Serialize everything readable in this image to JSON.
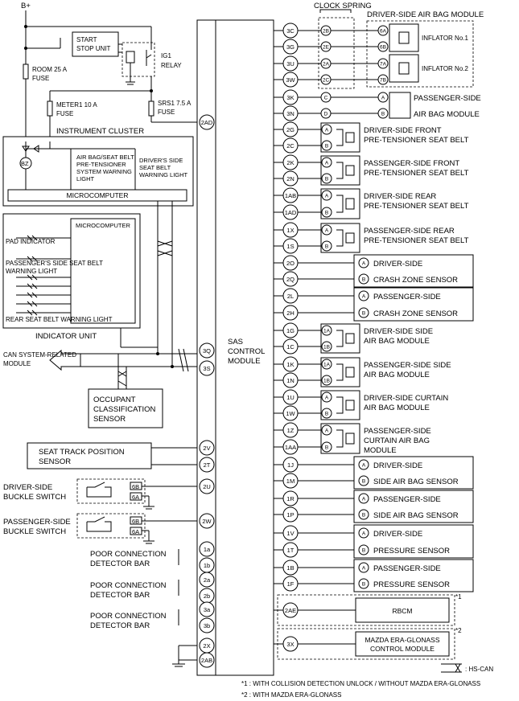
{
  "power": {
    "bplus": "B+"
  },
  "fuses": {
    "room": [
      "ROOM 25 A",
      "FUSE"
    ],
    "meter1": [
      "METER1 10 A",
      "FUSE"
    ],
    "srs1": [
      "SRS1 7.5 A",
      "FUSE"
    ]
  },
  "start_stop": [
    "START",
    "STOP UNIT"
  ],
  "ig1_relay": [
    "IG1",
    "RELAY"
  ],
  "cluster": {
    "title": "INSTRUMENT CLUSTER",
    "bz": "BZ",
    "airbag_light": [
      "AIR BAG/SEAT BELT",
      "PRE-TENSIONER",
      "SYSTEM WARNING",
      "LIGHT"
    ],
    "seatbelt_light": [
      "DRIVER'S SIDE",
      "SEAT BELT",
      "WARNING LIGHT"
    ],
    "microcomputer": "MICROCOMPUTER"
  },
  "indicator_unit": {
    "title": "INDICATOR UNIT",
    "microcomputer": "MICROCOMPUTER",
    "pad": "PAD INDICATOR",
    "pass_light": [
      "PASSENGER'S SIDE SEAT BELT",
      "WARNING LIGHT"
    ],
    "rear_light": "REAR SEAT BELT WARNING LIGHT"
  },
  "can_module": [
    "CAN SYSTEM-RELATED",
    "MODULE"
  ],
  "occupant_sensor": [
    "OCCUPANT",
    "CLASSIFICATION",
    "SENSOR"
  ],
  "sas": [
    "SAS",
    "CONTROL",
    "MODULE"
  ],
  "left_terminals": {
    "t2AD": "2AD",
    "t3Q": "3Q",
    "t3S": "3S",
    "t2V": "2V",
    "t2T": "2T",
    "t2U": "2U",
    "t2W": "2W",
    "t1a": "1a",
    "t1b": "1b",
    "t2a": "2a",
    "t2b": "2b",
    "t3a": "3a",
    "t3b": "3b",
    "t2X": "2X",
    "t2AB": "2AB"
  },
  "seat_track": [
    "SEAT TRACK POSITION",
    "SENSOR"
  ],
  "driver_buckle": {
    "label": [
      "DRIVER-SIDE",
      "BUCKLE SWITCH"
    ],
    "pins": [
      "6B",
      "6A"
    ]
  },
  "pass_buckle": {
    "label": [
      "PASSENGER-SIDE",
      "BUCKLE SWITCH"
    ],
    "pins": [
      "6B",
      "6A"
    ]
  },
  "poor_conn": [
    "POOR CONNECTION",
    "DETECTOR BAR"
  ],
  "clock_spring": "CLOCK SPRING",
  "driver_airbag": {
    "title": "DRIVER-SIDE AIR BAG MODULE",
    "inflator1": "INFLATOR No.1",
    "inflator2": "INFLATOR No.2",
    "cs_pins": [
      "2B",
      "2E",
      "2A",
      "2C"
    ],
    "mod_pins": [
      "6A",
      "6B",
      "7A",
      "7B"
    ]
  },
  "right_rows": [
    {
      "pins": [
        "3C",
        "3G"
      ]
    },
    {
      "pins": [
        "3U",
        "3W"
      ]
    },
    {
      "pins": [
        "3K",
        "3N"
      ],
      "cs": [
        "C",
        "D"
      ],
      "sub": [
        "A",
        "B"
      ],
      "label": [
        "PASSENGER-SIDE",
        "AIR BAG MODULE"
      ]
    },
    {
      "pins": [
        "2G",
        "2C"
      ],
      "sub": [
        "A",
        "B"
      ],
      "label": [
        "DRIVER-SIDE FRONT",
        "PRE-TENSIONER SEAT BELT"
      ]
    },
    {
      "pins": [
        "2K",
        "2N"
      ],
      "sub": [
        "A",
        "B"
      ],
      "label": [
        "PASSENGER-SIDE FRONT",
        "PRE-TENSIONER SEAT BELT"
      ]
    },
    {
      "pins": [
        "1AB",
        "1AD"
      ],
      "sub": [
        "A",
        "B"
      ],
      "label": [
        "DRIVER-SIDE REAR",
        "PRE-TENSIONER SEAT BELT"
      ]
    },
    {
      "pins": [
        "1X",
        "1S"
      ],
      "sub": [
        "A",
        "B"
      ],
      "label": [
        "PASSENGER-SIDE REAR",
        "PRE-TENSIONER SEAT BELT"
      ]
    },
    {
      "pins": [
        "2O",
        "2Q"
      ],
      "sub": [
        "A",
        "B"
      ],
      "label": [
        "DRIVER-SIDE",
        "CRASH ZONE SENSOR"
      ]
    },
    {
      "pins": [
        "2L",
        "2H"
      ],
      "sub": [
        "A",
        "B"
      ],
      "label": [
        "PASSENGER-SIDE",
        "CRASH ZONE SENSOR"
      ]
    },
    {
      "pins": [
        "1G",
        "1C"
      ],
      "sub": [
        "1A",
        "1B"
      ],
      "label": [
        "DRIVER-SIDE SIDE",
        "AIR BAG MODULE"
      ]
    },
    {
      "pins": [
        "1K",
        "1N"
      ],
      "sub": [
        "1A",
        "1B"
      ],
      "label": [
        "PASSENGER-SIDE SIDE",
        "AIR BAG MODULE"
      ]
    },
    {
      "pins": [
        "1U",
        "1W"
      ],
      "sub": [
        "A",
        "B"
      ],
      "label": [
        "DRIVER-SIDE CURTAIN",
        "AIR BAG MODULE"
      ]
    },
    {
      "pins": [
        "1Z",
        "1AA"
      ],
      "sub": [
        "A",
        "B"
      ],
      "label": [
        "PASSENGER-SIDE",
        "CURTAIN AIR BAG",
        "MODULE"
      ]
    },
    {
      "pins": [
        "1J",
        "1M"
      ],
      "sub": [
        "A",
        "B"
      ],
      "label": [
        "DRIVER-SIDE",
        "SIDE AIR BAG SENSOR"
      ]
    },
    {
      "pins": [
        "1R",
        "1P"
      ],
      "sub": [
        "A",
        "B"
      ],
      "label": [
        "PASSENGER-SIDE",
        "SIDE AIR BAG SENSOR"
      ]
    },
    {
      "pins": [
        "1V",
        "1T"
      ],
      "sub": [
        "A",
        "B"
      ],
      "label": [
        "DRIVER-SIDE",
        "PRESSURE SENSOR"
      ]
    },
    {
      "pins": [
        "1B",
        "1F"
      ],
      "sub": [
        "A",
        "B"
      ],
      "label": [
        "PASSENGER-SIDE",
        "PRESSURE SENSOR"
      ]
    }
  ],
  "rbcm": {
    "pin": "2AE",
    "label": "RBCM",
    "note": "*1"
  },
  "glonass": {
    "pin": "3X",
    "label": [
      "MAZDA ERA-GLONASS",
      "CONTROL MODULE"
    ],
    "note": "*2"
  },
  "legend": {
    "hscan": ": HS-CAN"
  },
  "footnotes": [
    "*1 : WITH COLLISION DETECTION UNLOCK / WITHOUT MAZDA ERA-GLONASS",
    "*2 : WITH MAZDA ERA-GLONASS"
  ]
}
